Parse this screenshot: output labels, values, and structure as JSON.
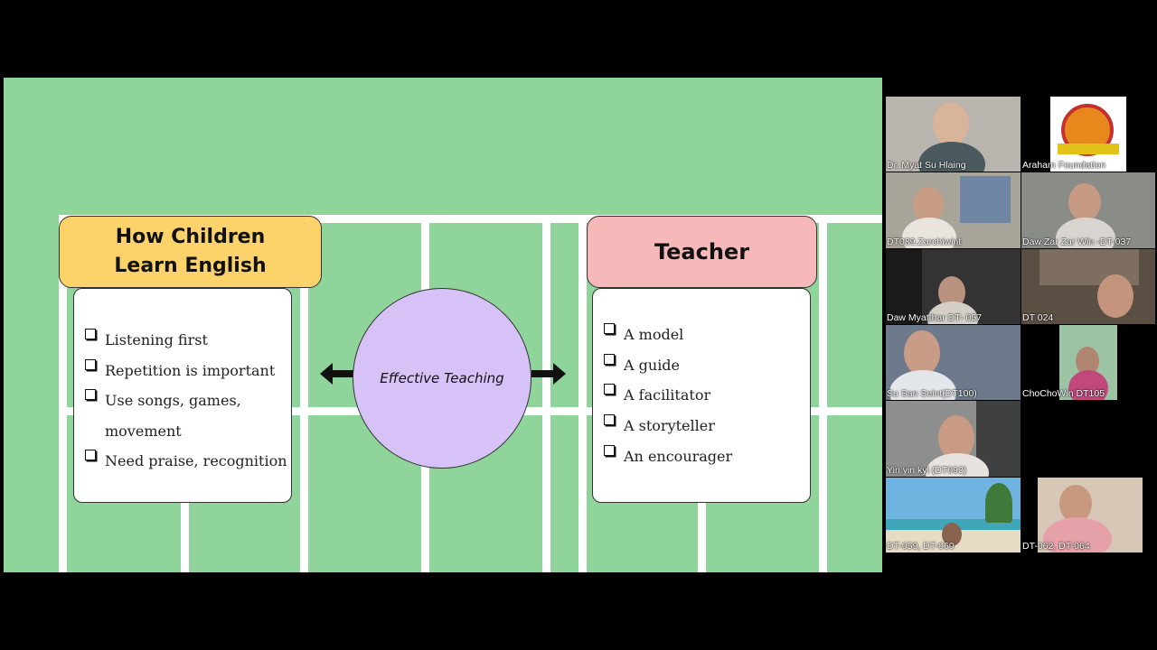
{
  "slide": {
    "left_card": {
      "title_line1": "How Children",
      "title_line2": "Learn English",
      "items": [
        "Listening first",
        "Repetition is important",
        "Use songs, games,",
        "movement",
        "Need praise, recognition"
      ]
    },
    "center": {
      "label": "Effective Teaching"
    },
    "right_card": {
      "title": "Teacher",
      "items": [
        "A model",
        "A guide",
        "A facilitator",
        "A storyteller",
        "An encourager"
      ]
    },
    "colors": {
      "background": "#8fd49a",
      "left_header": "#fcd36b",
      "right_header": "#f6b8b8",
      "circle": "#d6c2f7"
    }
  },
  "participants": [
    {
      "name": "Dr. Myat Su Hlaing"
    },
    {
      "name": "Araham Foundation"
    },
    {
      "name": "DT089.Zarchiwint"
    },
    {
      "name": "Daw Zar Zar Win -DT-037"
    },
    {
      "name": "Daw Myatthar DT- 057"
    },
    {
      "name": "DT 024"
    },
    {
      "name": "Su San Seint(DT100)"
    },
    {
      "name": "ChoChoWin DT105"
    },
    {
      "name": "Yin yin kyi (DT092)"
    },
    {
      "name": "DT-059, DT-060"
    },
    {
      "name": "DT-062, DT-064"
    }
  ]
}
